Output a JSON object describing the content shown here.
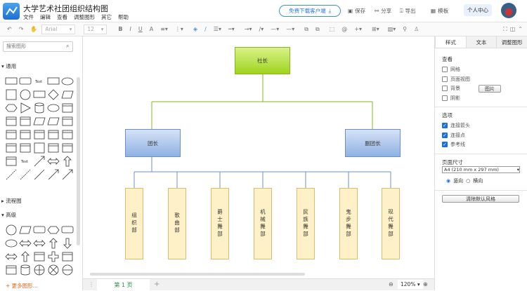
{
  "header": {
    "title": "大学艺术社团组织结构图",
    "menu": [
      "文件",
      "编辑",
      "查看",
      "调整图形",
      "其它",
      "帮助"
    ],
    "download": "免费下载客户端",
    "save": "保存",
    "share": "分享",
    "export": "导出",
    "template": "模板",
    "personal": "个人中心"
  },
  "toolbar": {
    "font": "Arial",
    "size": "12"
  },
  "sidebar": {
    "search_placeholder": "搜索图形",
    "general": "通用",
    "flowchart": "流程图",
    "advanced": "高级",
    "more": "+ 更多图形..."
  },
  "diagram": {
    "root": "社长",
    "level2": [
      "团长",
      "副团长"
    ],
    "level3": [
      "组织部",
      "歌曲部",
      "爵士舞部",
      "机械舞部",
      "民族舞部",
      "鬼步舞部",
      "现代舞部"
    ],
    "colors": {
      "root": "#9fd41e",
      "level2": "#8fb1e3",
      "level3": "#fff1c7",
      "connector_root": "#86b81a",
      "connector_l2": "#6d90c8"
    }
  },
  "bottom": {
    "page_tab": "第 1 页",
    "add": "+",
    "zoom": "120%"
  },
  "panel": {
    "tabs": [
      "样式",
      "文本",
      "调整图形"
    ],
    "view_title": "查看",
    "view_options": [
      {
        "label": "网格",
        "checked": false
      },
      {
        "label": "页面视图",
        "checked": false
      },
      {
        "label": "背景",
        "checked": false
      },
      {
        "label": "阴影",
        "checked": false
      }
    ],
    "image_button": "图片",
    "options_title": "选项",
    "options": [
      {
        "label": "连接箭头",
        "checked": true
      },
      {
        "label": "连接点",
        "checked": true
      },
      {
        "label": "参考线",
        "checked": true
      }
    ],
    "page_size_title": "页面尺寸",
    "page_size": "A4 (210 mm x 297 mm)",
    "portrait": "竖向",
    "landscape": "横向",
    "reset": "清除默认风格"
  }
}
